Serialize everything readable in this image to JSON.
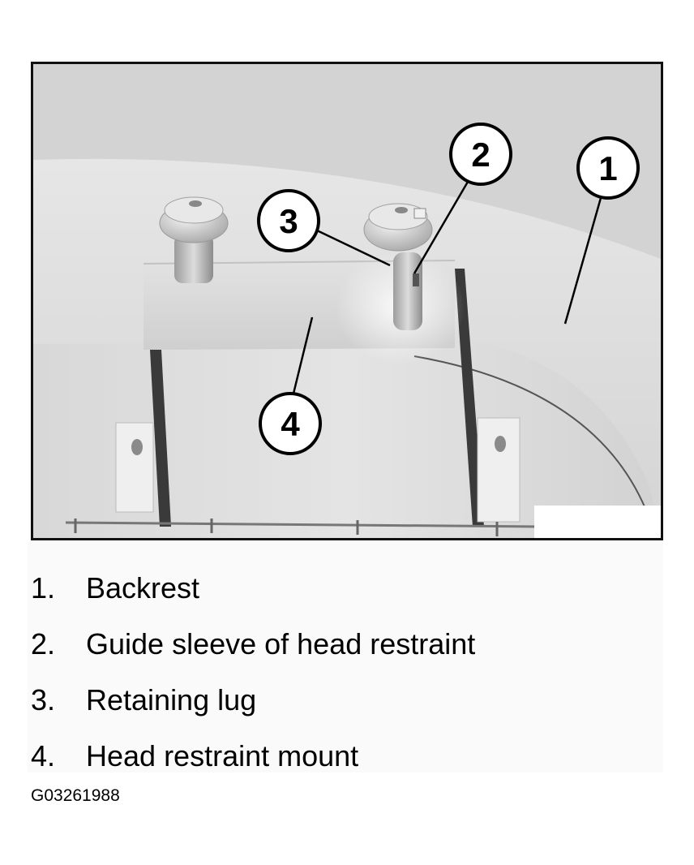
{
  "figure": {
    "callouts": [
      {
        "number": "1"
      },
      {
        "number": "2"
      },
      {
        "number": "3"
      },
      {
        "number": "4"
      }
    ]
  },
  "legend": {
    "items": [
      {
        "number": "1.",
        "label": "Backrest"
      },
      {
        "number": "2.",
        "label": "Guide sleeve of head restraint"
      },
      {
        "number": "3.",
        "label": "Retaining lug"
      },
      {
        "number": "4.",
        "label": "Head restraint mount"
      }
    ]
  },
  "figure_id": "G03261988"
}
